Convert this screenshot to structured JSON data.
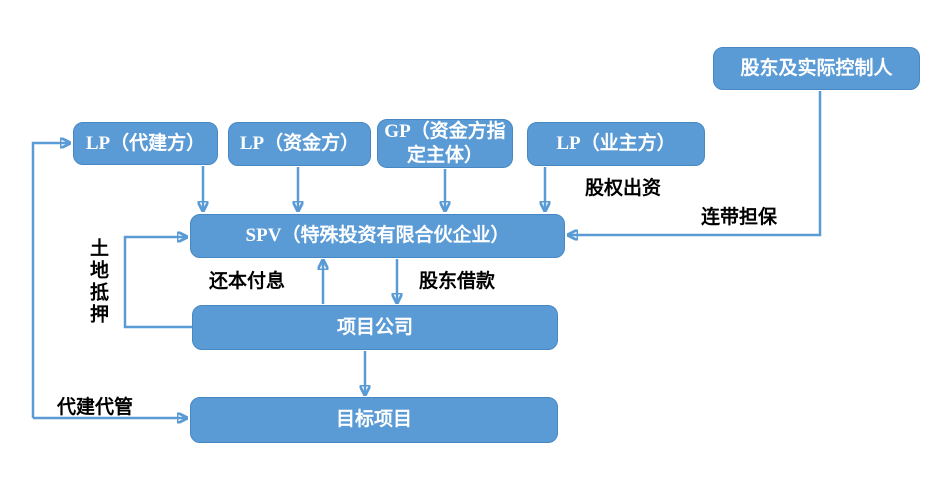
{
  "diagram": {
    "boxes": {
      "shareholder": "股东及实际控制人",
      "lp_daijian": "LP（代建方）",
      "lp_zijin": "LP（资金方）",
      "gp": "GP（资金方指定主体）",
      "lp_yezhu": "LP（业主方）",
      "spv": "SPV（特殊投资有限合伙企业）",
      "project_company": "项目公司",
      "target_project": "目标项目"
    },
    "edge_labels": {
      "equity_contribution": "股权出资",
      "joint_guarantee": "连带担保",
      "repay_principal_interest": "还本付息",
      "shareholder_loan": "股东借款",
      "land_mortgage": "土地抵押",
      "agent_construction_management": "代建代管"
    },
    "colors": {
      "box_fill": "#5B9BD5",
      "box_border": "#4787C3",
      "box_text": "#FFFFFF",
      "arrow": "#5B9BD5",
      "label_text": "#000000",
      "background": "#FFFFFF"
    }
  }
}
